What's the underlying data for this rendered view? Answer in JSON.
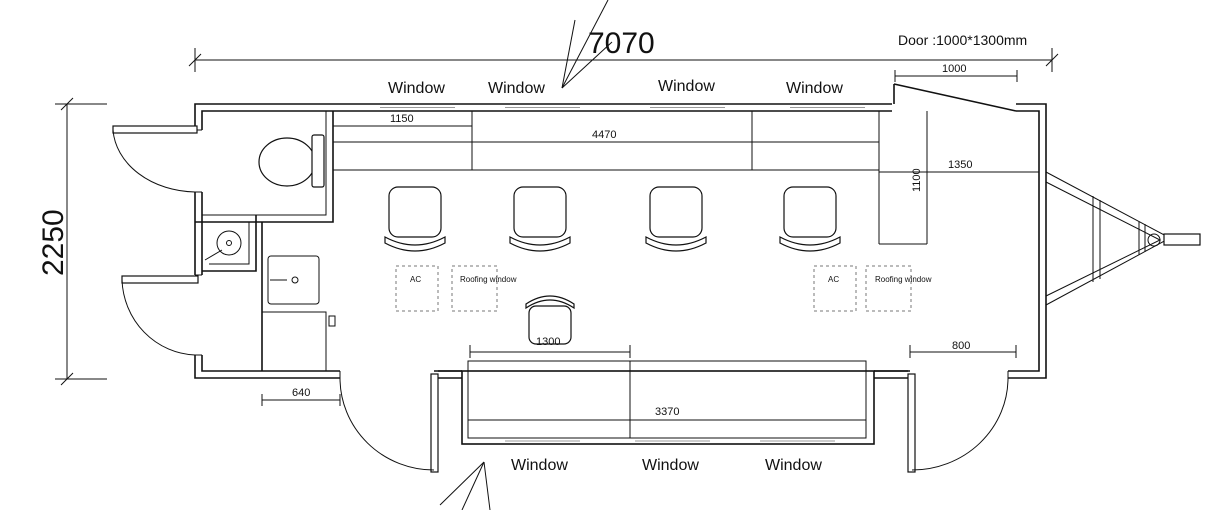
{
  "dimensions": {
    "overall_length": "7070",
    "overall_width": "2250",
    "door_note": "Door :1000*1300mm",
    "door_width_top": "1000",
    "counter_1150": "1150",
    "counter_4470": "4470",
    "zone_1350": "1350",
    "zone_1100": "1100",
    "desk_1300": "1300",
    "counter_3370": "3370",
    "door_800": "800",
    "door_640": "640"
  },
  "windows": {
    "top": [
      "Window",
      "Window",
      "Window",
      "Window"
    ],
    "bottom": [
      "Window",
      "Window",
      "Window"
    ]
  },
  "ceiling": {
    "ac_left": "AC",
    "roof_left": "Roofing window",
    "ac_right": "AC",
    "roof_right": "Roofing window"
  }
}
